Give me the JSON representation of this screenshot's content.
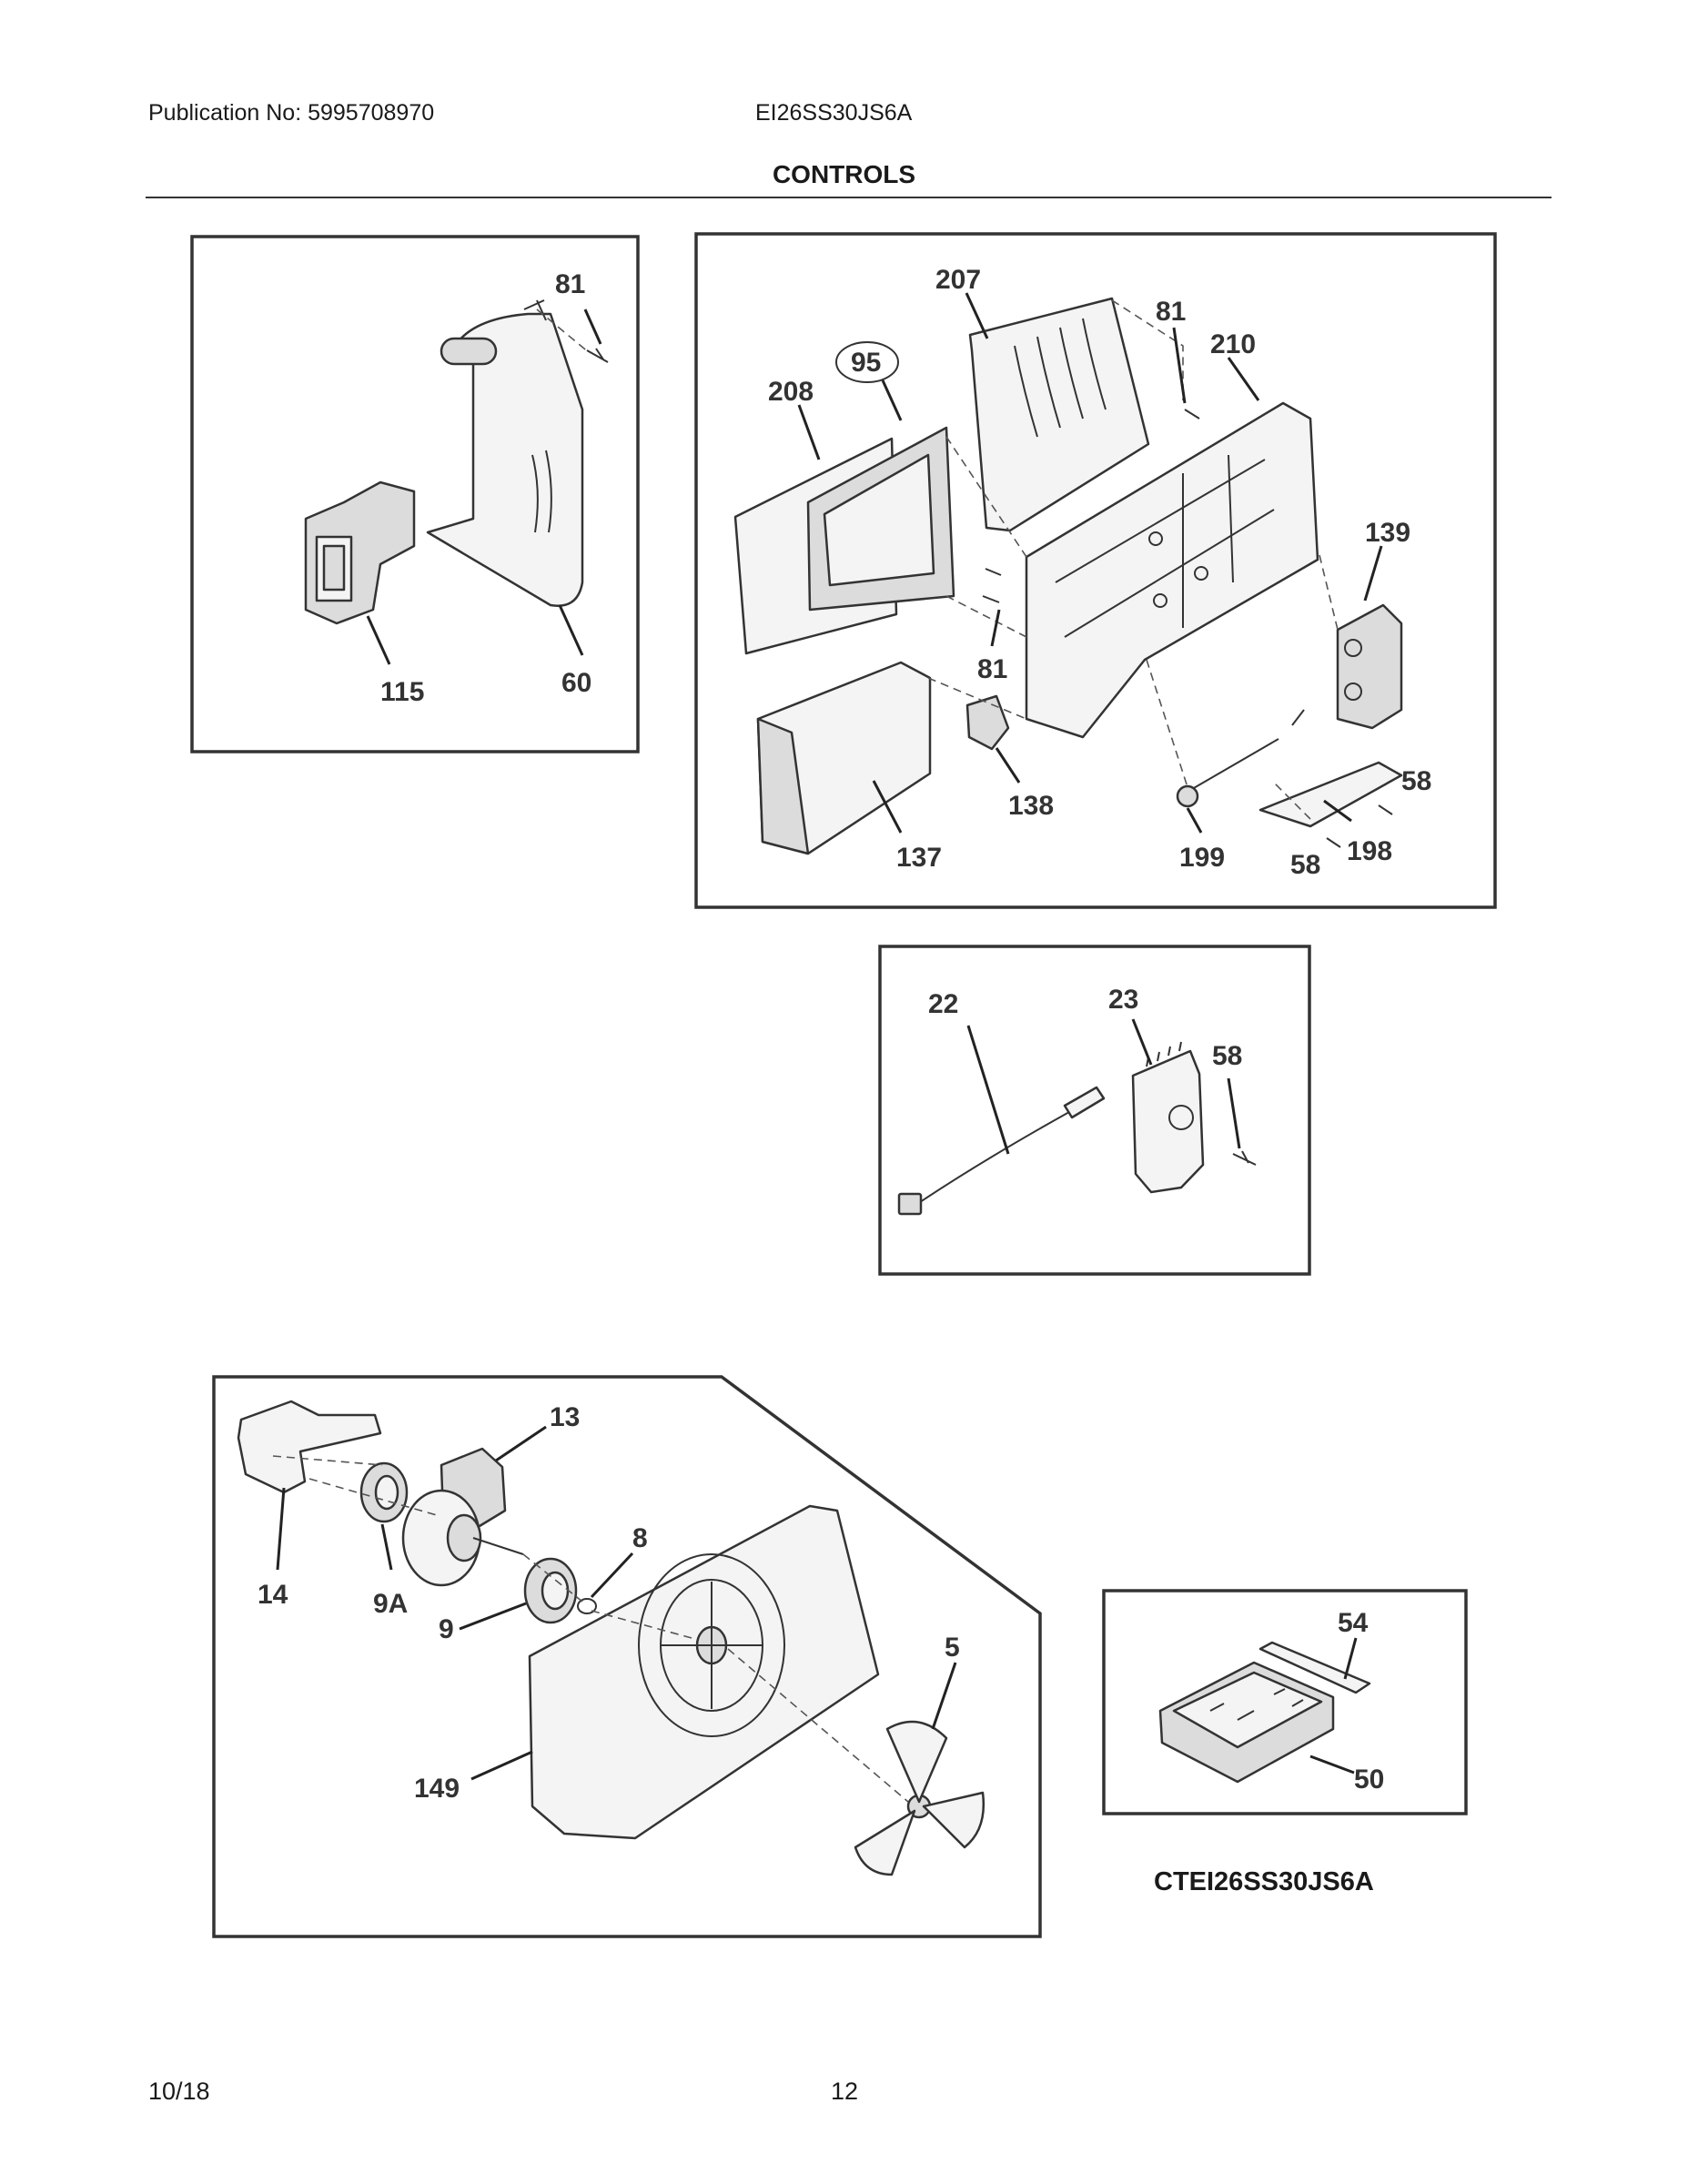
{
  "header": {
    "publication": "Publication No: 5995708970",
    "model_number": "EI26SS30JS6A",
    "title": "CONTROLS"
  },
  "panels": {
    "top_left": {
      "labels": [
        "81",
        "60",
        "115"
      ]
    },
    "top_right": {
      "labels": [
        "207",
        "81",
        "210",
        "95",
        "208",
        "139",
        "81",
        "138",
        "137",
        "199",
        "58",
        "198",
        "58"
      ]
    },
    "middle": {
      "labels": [
        "22",
        "23",
        "58"
      ]
    },
    "bottom_left": {
      "labels": [
        "13",
        "14",
        "9A",
        "8",
        "9",
        "5",
        "149"
      ]
    },
    "bottom_right": {
      "labels": [
        "54",
        "50"
      ]
    }
  },
  "model_caption": "CTEI26SS30JS6A",
  "footer": {
    "date": "10/18",
    "page": "12"
  }
}
